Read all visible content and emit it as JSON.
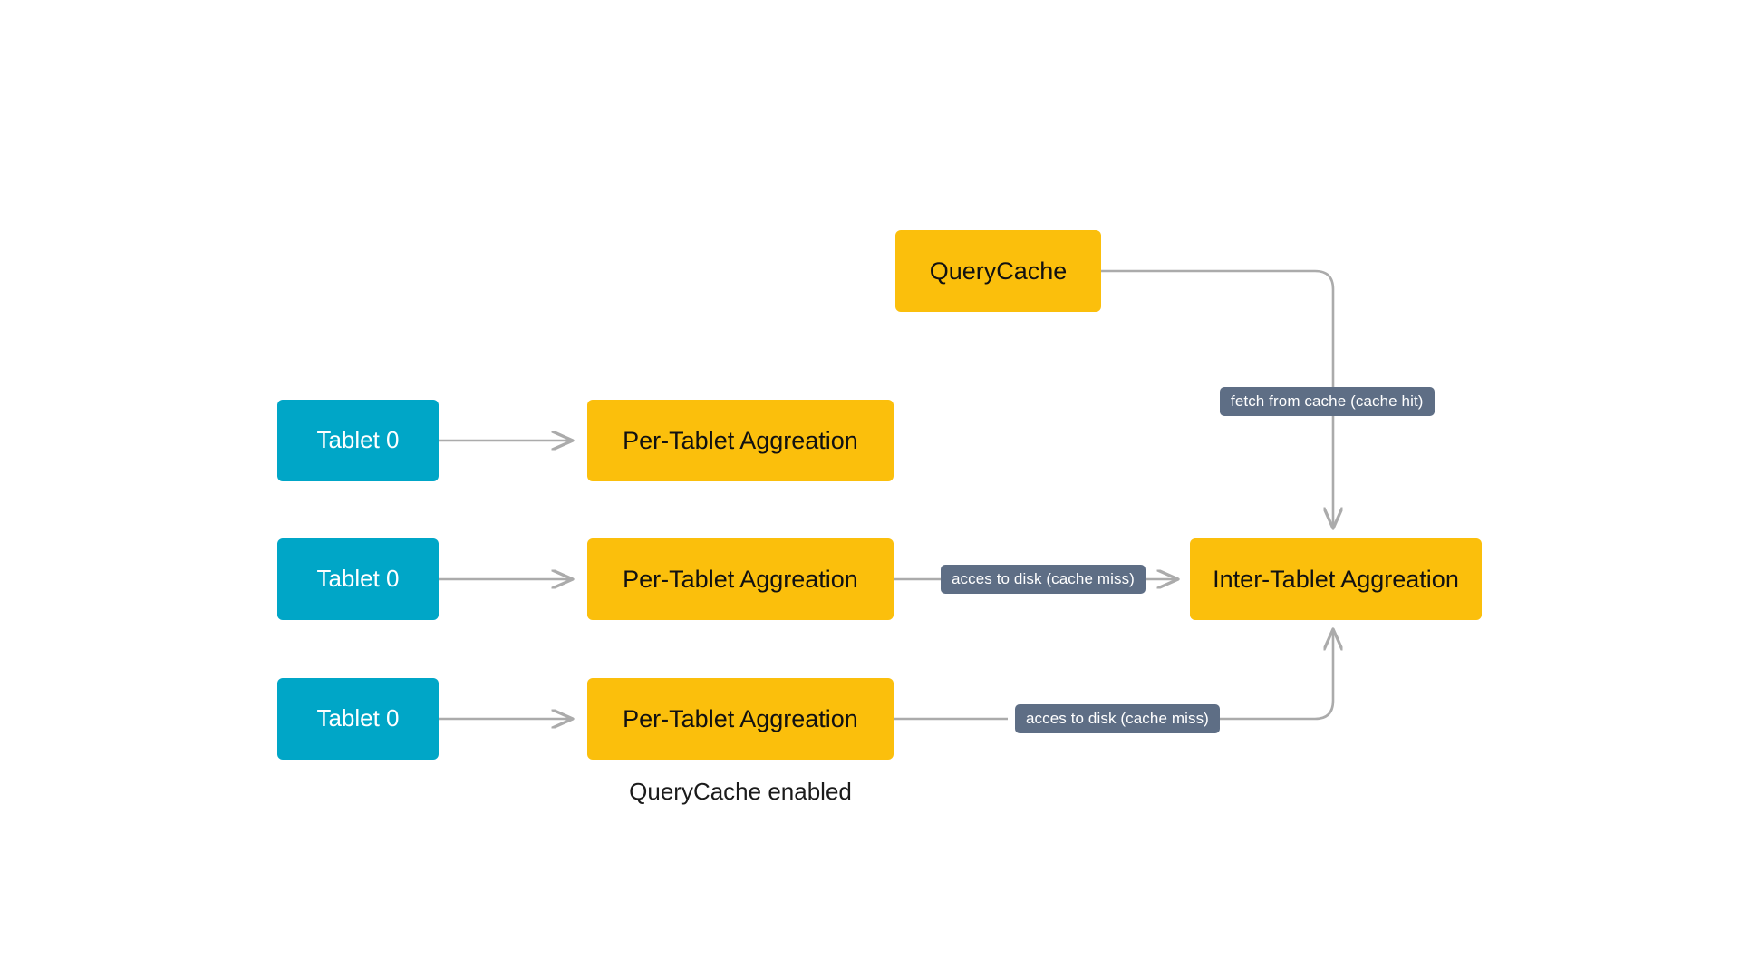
{
  "diagram": {
    "caption": "QueryCache enabled",
    "colors": {
      "node_yellow": "#FBBF0C",
      "node_teal": "#00A6C7",
      "edge_label_bg": "#5E6E85",
      "edge_stroke": "#ABABAB",
      "background": "#FFFFFF",
      "text_dark": "#111111",
      "text_light": "#FFFFFF"
    },
    "nodes": [
      {
        "id": "querycache",
        "label": "QueryCache",
        "kind": "cache"
      },
      {
        "id": "tablet0a",
        "label": "Tablet 0",
        "kind": "tablet"
      },
      {
        "id": "tablet0b",
        "label": "Tablet 0",
        "kind": "tablet"
      },
      {
        "id": "tablet0c",
        "label": "Tablet 0",
        "kind": "tablet"
      },
      {
        "id": "pertablet1",
        "label": "Per-Tablet Aggreation",
        "kind": "aggregation"
      },
      {
        "id": "pertablet2",
        "label": "Per-Tablet Aggreation",
        "kind": "aggregation"
      },
      {
        "id": "pertablet3",
        "label": "Per-Tablet Aggreation",
        "kind": "aggregation"
      },
      {
        "id": "intertablet",
        "label": "Inter-Tablet Aggreation",
        "kind": "aggregation"
      }
    ],
    "edge_labels": [
      {
        "id": "cache-hit",
        "label": "fetch from cache (cache hit)"
      },
      {
        "id": "miss-middle",
        "label": "acces to disk (cache miss)"
      },
      {
        "id": "miss-bottom",
        "label": "acces to disk (cache miss)"
      }
    ],
    "edges": [
      {
        "from": "tablet0a",
        "to": "pertablet1",
        "label": ""
      },
      {
        "from": "tablet0b",
        "to": "pertablet2",
        "label": ""
      },
      {
        "from": "tablet0c",
        "to": "pertablet3",
        "label": ""
      },
      {
        "from": "querycache",
        "to": "intertablet",
        "label": "fetch from cache (cache hit)"
      },
      {
        "from": "pertablet2",
        "to": "intertablet",
        "label": "acces to disk (cache miss)"
      },
      {
        "from": "pertablet3",
        "to": "intertablet",
        "label": "acces to disk (cache miss)"
      }
    ]
  }
}
